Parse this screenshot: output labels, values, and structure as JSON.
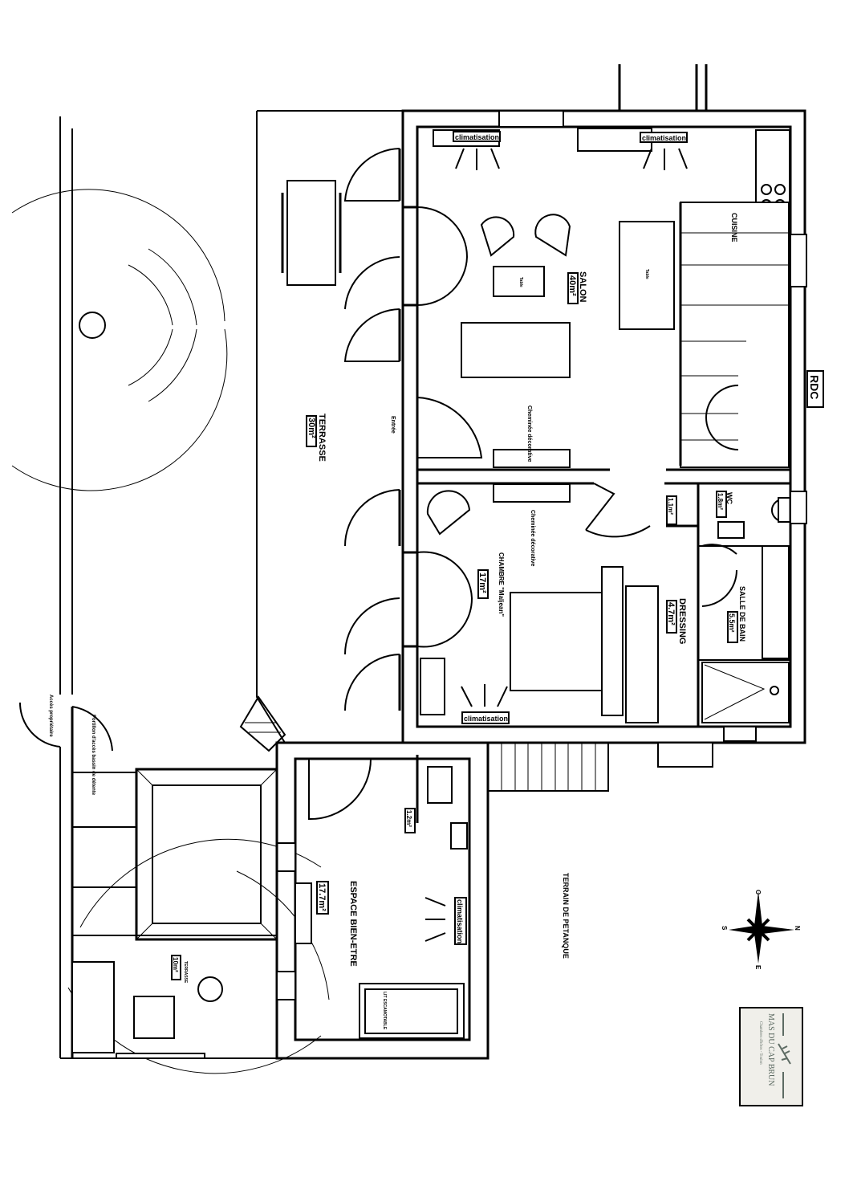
{
  "plan": {
    "level": "RDC",
    "rooms": {
      "terrasse": {
        "name": "TERRASSE",
        "area": "30m²"
      },
      "entree": {
        "name": "Entrée"
      },
      "salon": {
        "name": "SALON",
        "area": "40m²"
      },
      "cuisine": {
        "name": "CUISINE"
      },
      "chambre": {
        "name": "CHAMBRE \"Maljean\"",
        "area": "17m²"
      },
      "dressing": {
        "name": "DRESSING",
        "area": "4.7m²"
      },
      "salle_de_bain": {
        "name": "SALLE DE BAIN",
        "area": "5.5m²"
      },
      "wc": {
        "name": "WC",
        "area": "1.8m²"
      },
      "degagement": {
        "area": "1.1m²"
      },
      "espace_bien_etre": {
        "name": "ESPACE BIEN-ETRE",
        "area": "17.7m²"
      },
      "wc_bien_etre": {
        "area": "1.2m²"
      },
      "terrasse_basse": {
        "name": "TERRASSE",
        "area": "10m²"
      },
      "terrain": {
        "name": "TERRAIN DE PETANQUE"
      }
    },
    "fixtures": {
      "climatisation": "climatisation",
      "cheminee": "Cheminée décorative",
      "table": "Table",
      "lit": "LIT ESCAMOTABLE",
      "acces": "Accès propriétaire",
      "portillon": "Portillon d'accès bassin de détente"
    },
    "compass": {
      "n": "N",
      "s": "S",
      "e": "E",
      "o": "O"
    },
    "logo": {
      "title": "MAS DU CAP BRUN",
      "subtitle": "Chambres d'hôtes - Toulon"
    }
  }
}
